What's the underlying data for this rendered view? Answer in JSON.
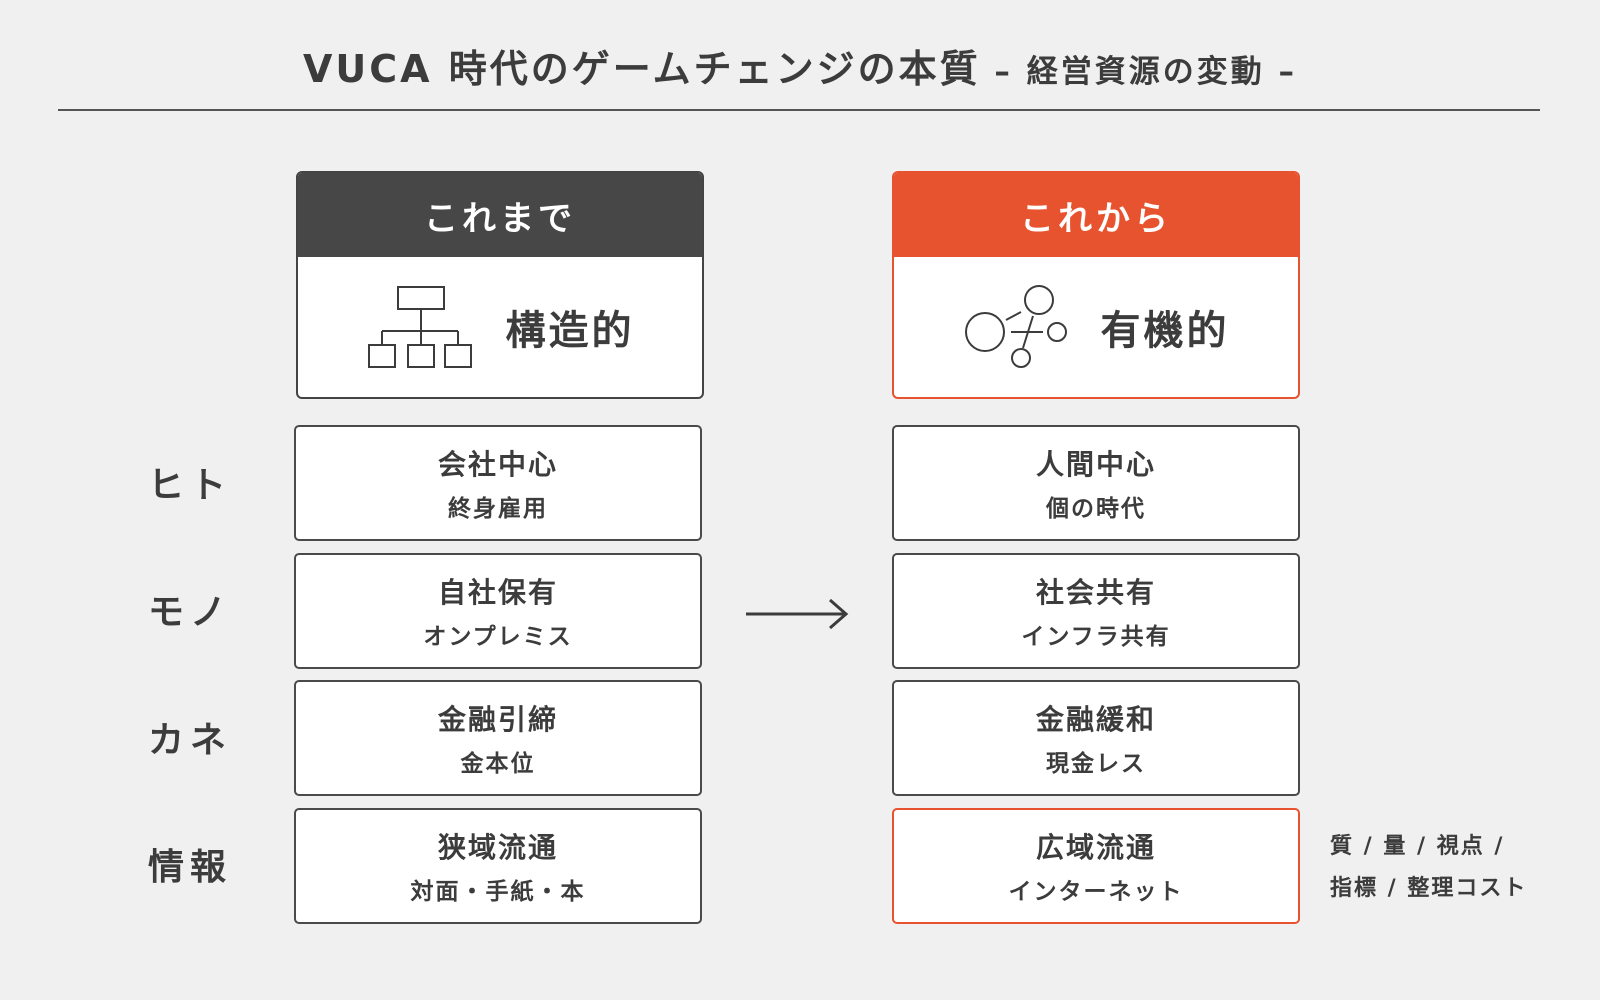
{
  "title": {
    "main": "VUCA 時代のゲームチェンジの本質",
    "sub": " – 経営資源の変動 –"
  },
  "columns": {
    "before": {
      "header": "これまで",
      "label": "構造的",
      "icon": "org-chart-icon"
    },
    "after": {
      "header": "これから",
      "label": "有機的",
      "icon": "network-circles-icon"
    }
  },
  "rows": [
    {
      "label": "ヒト",
      "before": {
        "main": "会社中心",
        "sub": "終身雇用"
      },
      "after": {
        "main": "人間中心",
        "sub": "個の時代"
      }
    },
    {
      "label": "モノ",
      "before": {
        "main": "自社保有",
        "sub": "オンプレミス"
      },
      "after": {
        "main": "社会共有",
        "sub": "インフラ共有"
      }
    },
    {
      "label": "カネ",
      "before": {
        "main": "金融引締",
        "sub": "金本位"
      },
      "after": {
        "main": "金融緩和",
        "sub": "現金レス"
      }
    },
    {
      "label": "情報",
      "before": {
        "main": "狭域流通",
        "sub": "対面・手紙・本"
      },
      "after": {
        "main": "広域流通",
        "sub": "インターネット"
      }
    }
  ],
  "note": {
    "line1": "質 / 量 / 視点 /",
    "line2": "指標 / 整理コスト"
  },
  "colors": {
    "accent": "#e8532f",
    "dark": "#474747",
    "background": "#f0f0f0"
  }
}
